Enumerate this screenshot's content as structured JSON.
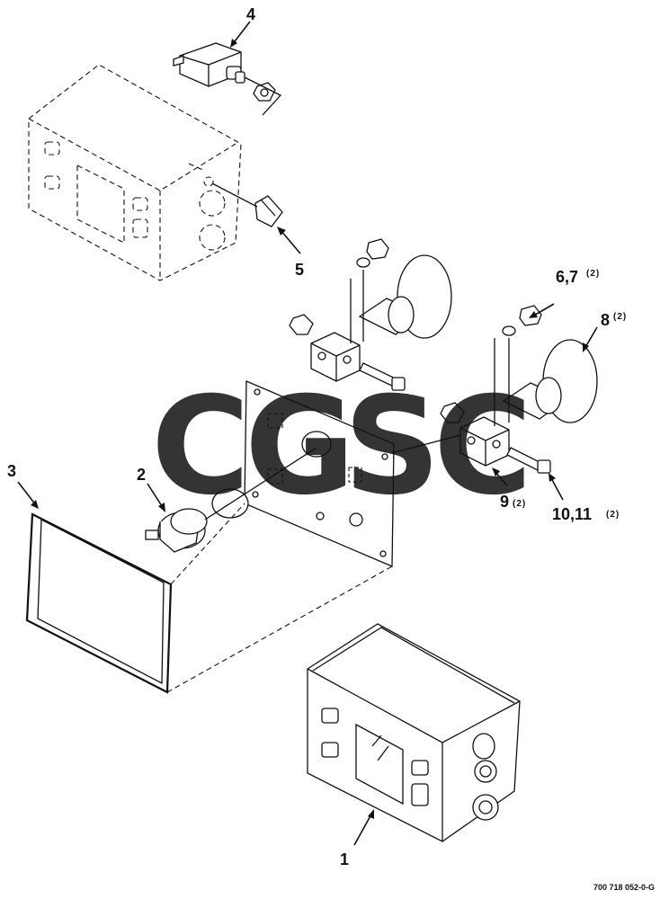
{
  "diagram": {
    "drawing_number": "700 718 052-0-G",
    "watermark": {
      "letters": [
        "C",
        "G",
        "S",
        "C"
      ],
      "colors": [
        "#4f8ff0",
        "#ef6a6a",
        "#f5c842",
        "#3aa56b"
      ]
    },
    "callouts": [
      {
        "id": "c1",
        "label": "1",
        "qty": ""
      },
      {
        "id": "c2",
        "label": "2",
        "qty": ""
      },
      {
        "id": "c3",
        "label": "3",
        "qty": ""
      },
      {
        "id": "c4",
        "label": "4",
        "qty": ""
      },
      {
        "id": "c5",
        "label": "5",
        "qty": ""
      },
      {
        "id": "c67",
        "label": "6,7",
        "qty": "(2)"
      },
      {
        "id": "c8",
        "label": "8",
        "qty": "(2)"
      },
      {
        "id": "c9",
        "label": "9",
        "qty": "(2)"
      },
      {
        "id": "c1011",
        "label": "10,11",
        "qty": "(2)"
      }
    ]
  }
}
